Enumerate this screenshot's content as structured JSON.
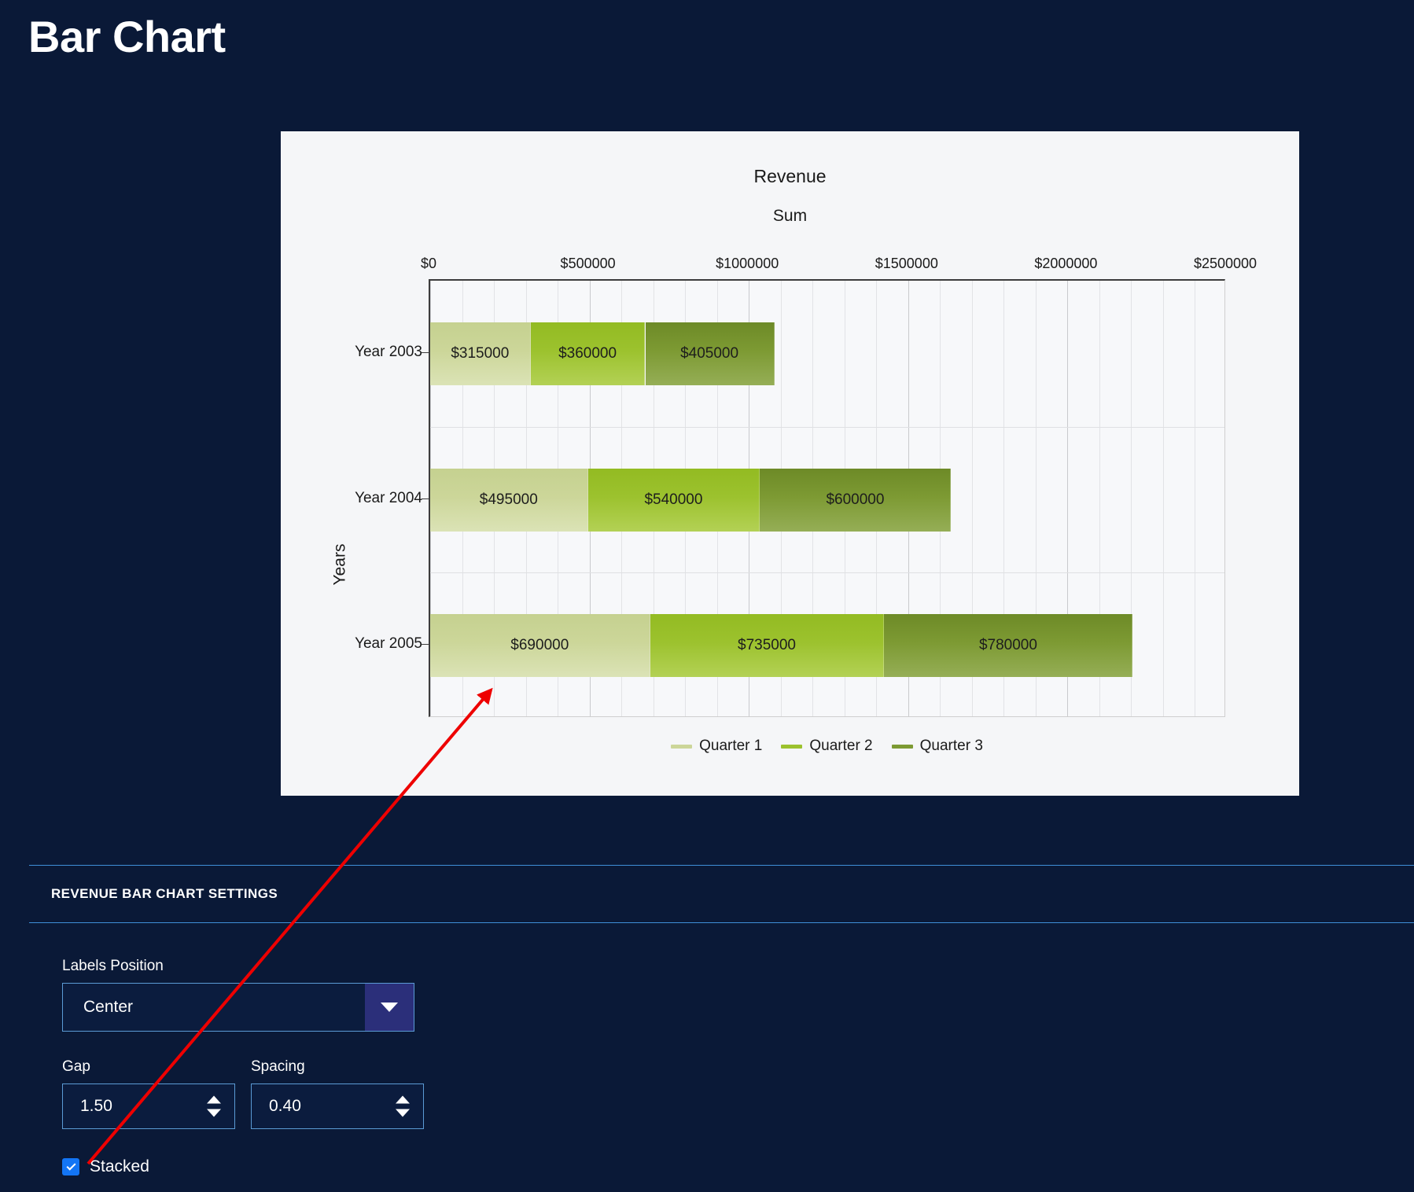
{
  "page": {
    "title": "Bar Chart"
  },
  "chart_data": {
    "type": "bar",
    "orientation": "horizontal",
    "stacked": true,
    "title": "Revenue",
    "xlabel": "Sum",
    "ylabel": "Years",
    "grid": true,
    "legend_position": "bottom",
    "xlim": [
      0,
      2500000
    ],
    "xticks": [
      0,
      500000,
      1000000,
      1500000,
      2000000,
      2500000
    ],
    "xtick_labels": [
      "$0",
      "$500000",
      "$1000000",
      "$1500000",
      "$2000000",
      "$2500000"
    ],
    "categories": [
      "Year 2003",
      "Year 2004",
      "Year 2005"
    ],
    "series": [
      {
        "name": "Quarter 1",
        "color": "#ccd699",
        "values": [
          315000,
          495000,
          690000
        ],
        "labels": [
          "$315000",
          "$495000",
          "$690000"
        ]
      },
      {
        "name": "Quarter 2",
        "color": "#9cc22e",
        "values": [
          360000,
          540000,
          735000
        ],
        "labels": [
          "$360000",
          "$540000",
          "$735000"
        ]
      },
      {
        "name": "Quarter 3",
        "color": "#7d9a33",
        "values": [
          405000,
          600000,
          780000
        ],
        "labels": [
          "$405000",
          "$600000",
          "$780000"
        ]
      }
    ]
  },
  "settings": {
    "header": "REVENUE BAR CHART SETTINGS",
    "labels_position": {
      "label": "Labels Position",
      "value": "Center"
    },
    "gap": {
      "label": "Gap",
      "value": "1.50"
    },
    "spacing": {
      "label": "Spacing",
      "value": "0.40"
    },
    "stacked": {
      "label": "Stacked",
      "checked": true
    }
  },
  "colors": {
    "page_background": "#0a1937",
    "panel_background": "#f5f6f8",
    "accent_border": "#3f8fd8",
    "checkbox_accent": "#1375f5",
    "annotation_arrow": "#ee0000"
  }
}
